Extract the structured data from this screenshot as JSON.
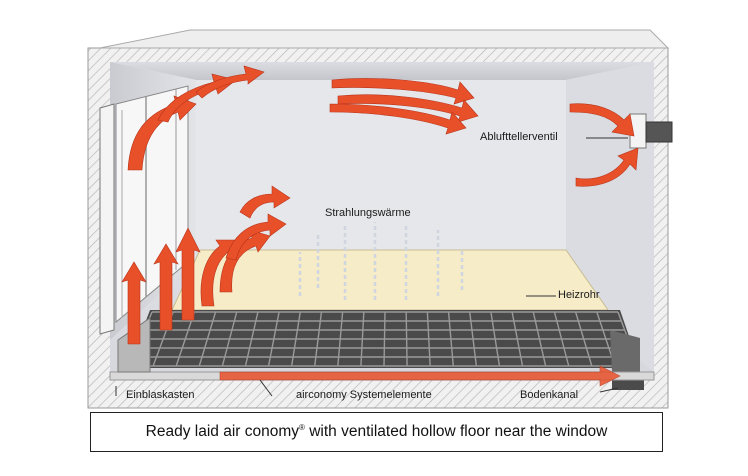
{
  "labels": {
    "exhaust_valve": "Ablufttellerventil",
    "radiant_heat": "Strahlungswärme",
    "heating_pipe": "Heizrohr",
    "inlet_box": "Einblaskasten",
    "system_elements": "airconomy Systemelemente",
    "floor_channel": "Bodenkanal"
  },
  "caption": {
    "text_before": "Ready laid air conomy",
    "superscript": "®",
    "text_after": " with ventilated hollow floor near the window"
  },
  "colors": {
    "air_arrow": "#e8502a",
    "wall_hatch": "#c8c8c8",
    "interior": "#e2e4e8",
    "heated_floor": "#f6ecc8",
    "grid_floor": "#2a2a2a"
  }
}
